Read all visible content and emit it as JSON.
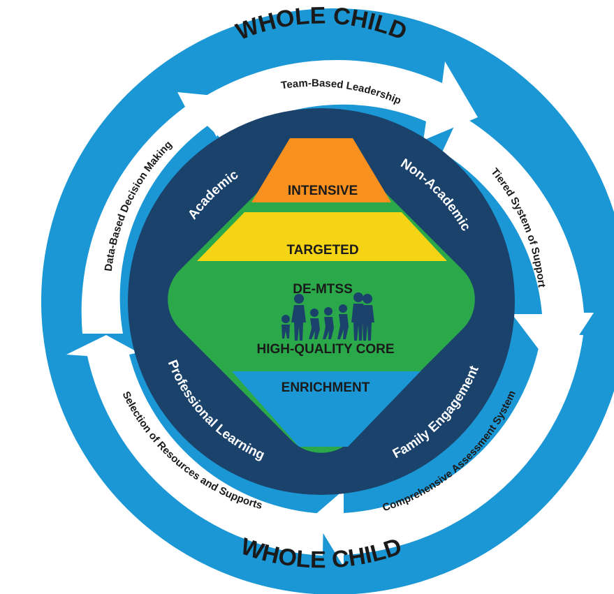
{
  "outer_ring": {
    "top_label": "WHOLE CHILD",
    "bottom_label": "WHOLE CHILD",
    "color": "#1b97d5"
  },
  "cycle_components": [
    "Team-Based Leadership",
    "Tiered System of Support",
    "Comprehensive Assessment System",
    "Selection of Resources and Supports",
    "Data-Based Decision Making"
  ],
  "focus_areas": {
    "top_left": "Academic",
    "top_right": "Non-Academic",
    "bottom_left": "Professional Learning",
    "bottom_right": "Family Engagement"
  },
  "tiers": {
    "intensive": "INTENSIVE",
    "targeted": "TARGETED",
    "core_title": "DE-MTSS",
    "core": "HIGH-QUALITY CORE",
    "enrichment": "ENRICHMENT"
  },
  "colors": {
    "navy": "#1b426b",
    "green": "#2ba84a",
    "orange": "#f7901e",
    "yellow": "#f5d315",
    "blue": "#1b97d5",
    "silhouette": "#1b426b"
  },
  "icons": [
    "family-silhouette-icon"
  ]
}
